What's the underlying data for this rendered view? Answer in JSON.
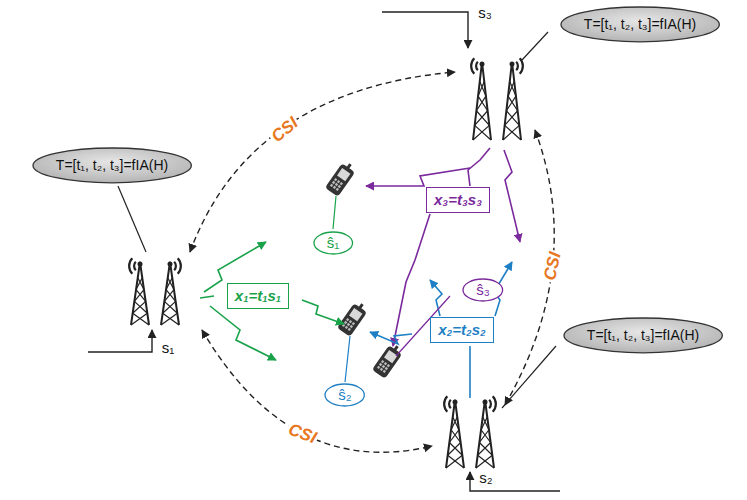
{
  "diagram": {
    "nodes": [
      {
        "text": [
          "T=[t₁, t₂, t₃]=fIA(H)"
        ]
      },
      {
        "text": [
          "T=[t₁, t₂, t₃]=fIA(H)"
        ]
      },
      {
        "text": [
          "ŝ₁"
        ]
      },
      {
        "text": [
          "x₃=t₃s₃"
        ]
      },
      {
        "text": [
          "ŝ₃"
        ]
      },
      {
        "text": [
          "x₁=t₁s₁"
        ]
      },
      {
        "text": [
          "x₂=t₂s₂"
        ]
      },
      {
        "text": [
          "T=[t₁, t₂, t₃]=fIA(H)"
        ]
      },
      {
        "text": [
          "ŝ₂"
        ]
      }
    ],
    "labels": [
      "s₃",
      "CSI",
      "CSI",
      "s₁",
      "CSI",
      "s₂"
    ]
  }
}
